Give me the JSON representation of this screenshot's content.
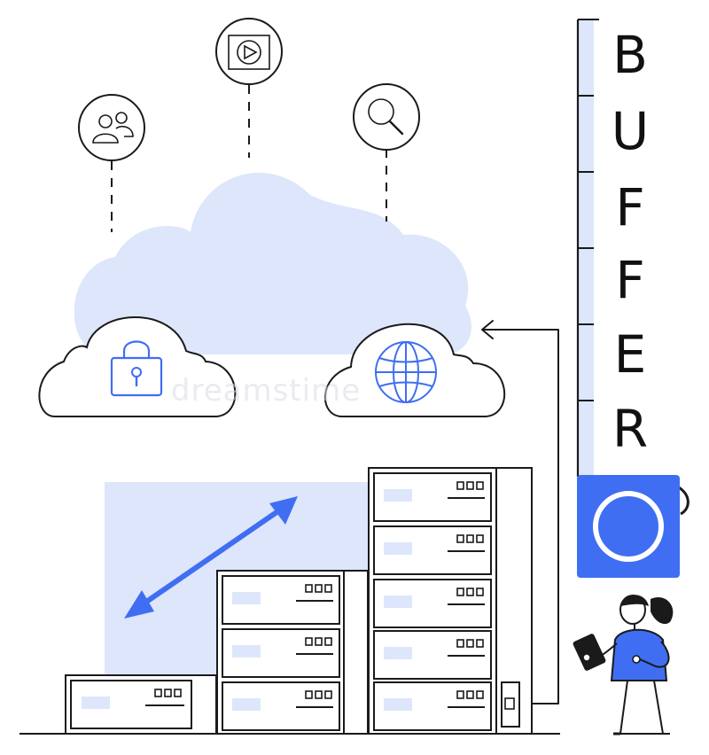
{
  "buffer_letters": [
    "B",
    "U",
    "F",
    "F",
    "E",
    "R"
  ],
  "watermark_text": "dreamstime",
  "colors": {
    "accent": "#3f6ef2",
    "light_fill": "#dde6fb",
    "outline": "#1a1a1a",
    "background": "#ffffff"
  },
  "icons": [
    "users-icon",
    "video-play-icon",
    "search-icon",
    "padlock-icon",
    "globe-icon"
  ]
}
